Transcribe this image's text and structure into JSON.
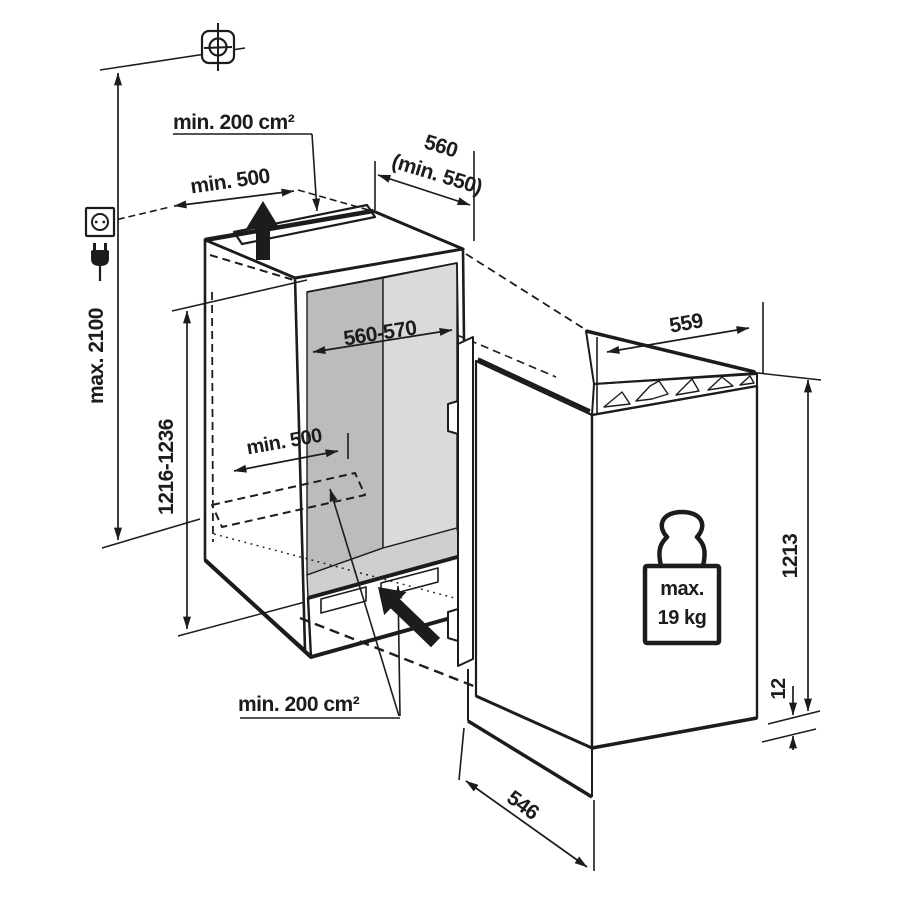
{
  "labels": {
    "niche_top_vent_area": "min. 200 cm²",
    "niche_top_clearance": "min. 500",
    "niche_depth": "560",
    "niche_depth_min": "(min. 550)",
    "niche_width": "560-570",
    "niche_height": "1216-1236",
    "install_max_height": "max. 2100",
    "floor_vent_width": "min. 500",
    "niche_bottom_vent_area": "min. 200 cm²",
    "appliance_width": "559",
    "appliance_height": "1213",
    "door_bottom_offset": "12",
    "appliance_depth": "546",
    "door_weight_max_line1": "max.",
    "door_weight_max_line2": "19 kg"
  },
  "icons": {
    "screw_fixing_point": "crosshair-target",
    "power_outlet": "socket-face",
    "power_plug": "plug-with-cord",
    "airflow_up": "bold-up-arrow",
    "airflow_inlet": "bold-diagonal-arrow",
    "door_weight": "weight-kettlebell"
  },
  "colors": {
    "line": "#1c1c1c",
    "bg": "#ffffff",
    "g-back": "#bcbcbc",
    "g-side": "#dadada",
    "g-floor": "#cfcfcf",
    "stip-bg": "#e9e9e9",
    "stip-dot": "#8a8a8a"
  }
}
